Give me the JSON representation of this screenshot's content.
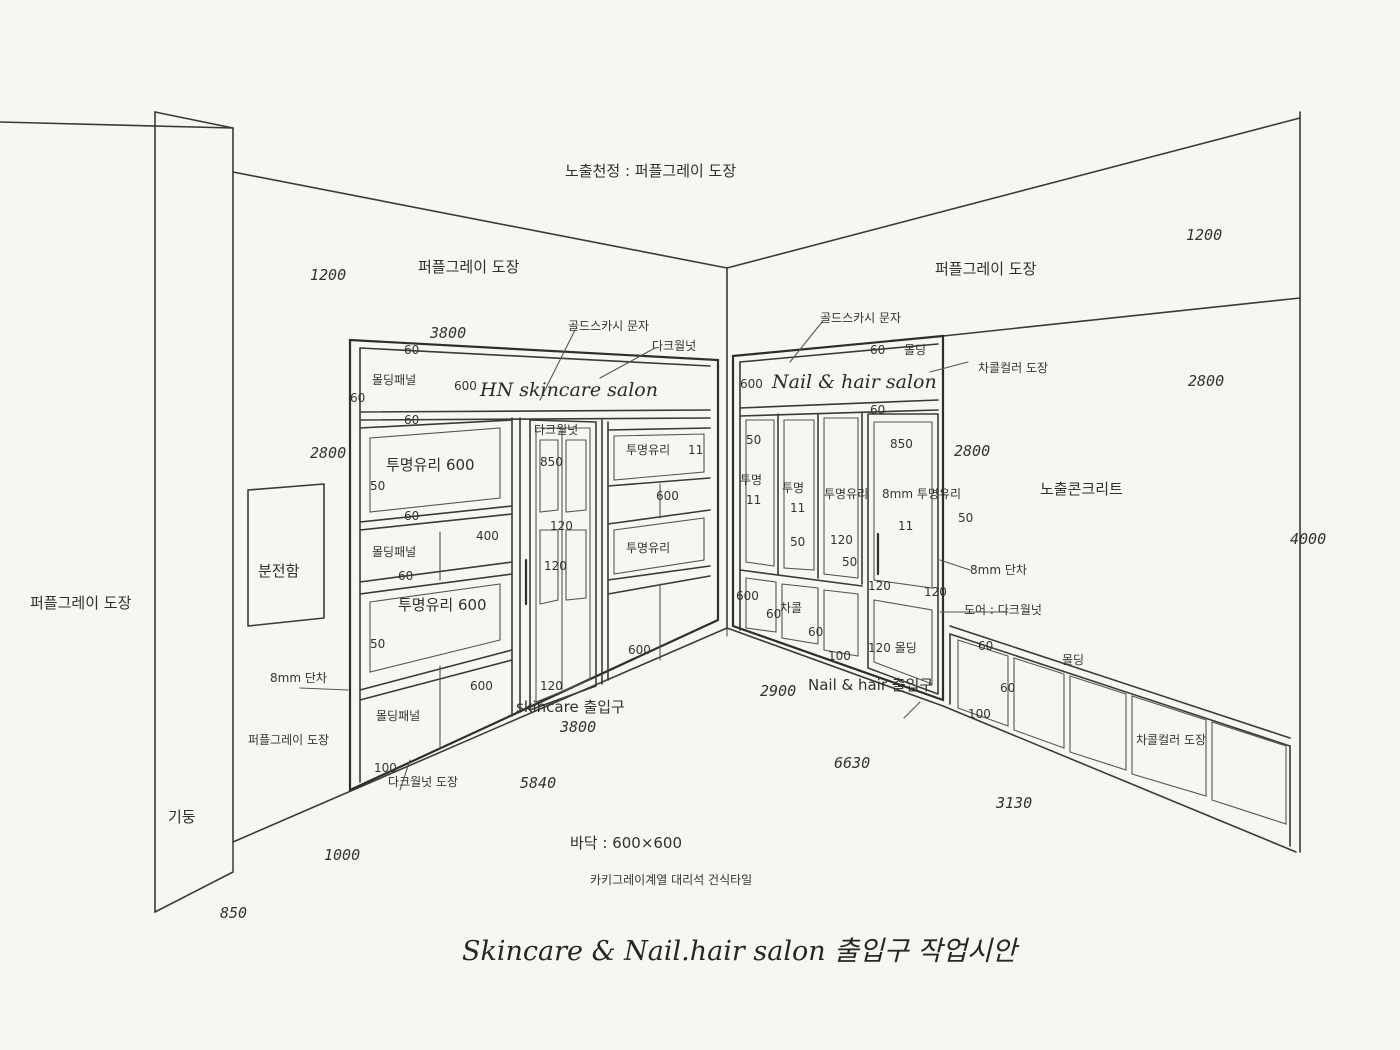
{
  "sketch": {
    "title": "Skincare & Nail.hair salon 출입구 작업시안",
    "ceiling_note": "노출천정 : 퍼플그레이 도장",
    "upper_wall_left": "퍼플그레이 도장",
    "upper_wall_right": "퍼플그레이 도장",
    "left_wall_note": "퍼플그레이 도장",
    "left_wall_note2": "퍼플그레이 도장",
    "pillar_label": "기둥",
    "distribution_box": "분전함",
    "floor_note_line1": "바닥 : 600×600",
    "floor_note_line2": "카키그레이계열 대리석 건식타일",
    "exposed_concrete": "노출콘크리트",
    "glass_sign_left": "골드스카시 문자",
    "glass_sign_right": "골드스카시 문자",
    "dark_walnut_top": "다크월넛",
    "sign_left": "HN skincare salon",
    "sign_right": "Nail & hair salon",
    "molding_panel_1": "몰딩패널",
    "molding_panel_2": "몰딩패널",
    "molding_panel_3": "몰딩패널",
    "clear_glass_1": "투명유리 600",
    "clear_glass_2": "투명유리 600",
    "clear_glass_3": "투명유리",
    "clear_glass_4": "투명유리",
    "clear_glass_v1": "투명",
    "clear_glass_v2": "투명",
    "clear_glass_v3": "투명유리",
    "clear_glass_door": "8mm 투명유리",
    "door_walnut": "다크월넛",
    "door_note": "도어 : 다크월넛",
    "skincare_entrance": "skincare 출입구",
    "nail_entrance": "Nail & hair 출입구",
    "step_left": "8mm 단차",
    "step_right": "8mm 단차",
    "dark_walnut_bottom": "다크월넛 도장",
    "molding_top_right": "몰딩",
    "molding_low_right": "몰딩",
    "molding_120": "120 몰딩",
    "charcoal_paint_1": "차콜컬러 도장",
    "charcoal_paint_2": "차콜컬러 도장",
    "charcoal_lower": "차콜",
    "dims": {
      "d1200_left": "1200",
      "d1200_right": "1200",
      "d2800_left": "2800",
      "d2800_mid": "2800",
      "d2800_right": "2800",
      "d3800_top": "3800",
      "d3800_floor": "3800",
      "d4000": "4000",
      "d6630": "6630",
      "d5840": "5840",
      "d1000": "1000",
      "d850": "850",
      "d2900": "2900",
      "d3130": "3130",
      "d60_a": "60",
      "d60_b": "60",
      "d60_c": "60",
      "d60_d": "60",
      "d60_e": "60",
      "d60_f": "60",
      "d60_g": "60",
      "d60_h": "60",
      "d60_i": "60",
      "d60_j": "60",
      "d60_k": "60",
      "d600_a": "600",
      "d600_b": "600",
      "d600_c": "600",
      "d600_d": "600",
      "d600_e": "600",
      "d600_f": "600",
      "d50_a": "50",
      "d50_b": "50",
      "d50_c": "50",
      "d50_d": "50",
      "d50_e": "50",
      "d50_f": "50",
      "d100_a": "100",
      "d100_b": "100",
      "d100_c": "100",
      "d120_a": "120",
      "d120_b": "120",
      "d120_c": "120",
      "d120_d": "120",
      "d120_e": "120",
      "d120_f": "120",
      "d850_door_l": "850",
      "d850_door_r": "850",
      "d400": "400",
      "d11_a": "11",
      "d11_b": "11",
      "d11_c": "11",
      "d11_d": "11"
    }
  }
}
